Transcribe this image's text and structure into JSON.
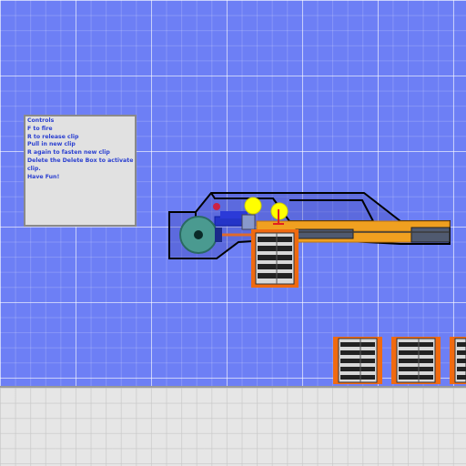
{
  "controls_panel": {
    "lines": [
      "Controls",
      "",
      "F to fire",
      "",
      "R to release clip",
      "Pull in new clip",
      "R again to fasten new clip",
      "Delete the Delete Box to activate",
      "clip.",
      "",
      "Have Fun!"
    ]
  },
  "colors": {
    "sky": "#6d7ff5",
    "ground": "#e6e6e6",
    "panel": "#e1e1e1",
    "panel_text": "#2a3fd0",
    "barrel_orange": "#f0a020",
    "magazine_orange": "#f06a10",
    "motor_teal": "#4a9a90",
    "bulb_yellow": "#ffff00"
  },
  "scene": {
    "weapon": "magazine-fed-rifle",
    "spare_magazines": 3
  }
}
